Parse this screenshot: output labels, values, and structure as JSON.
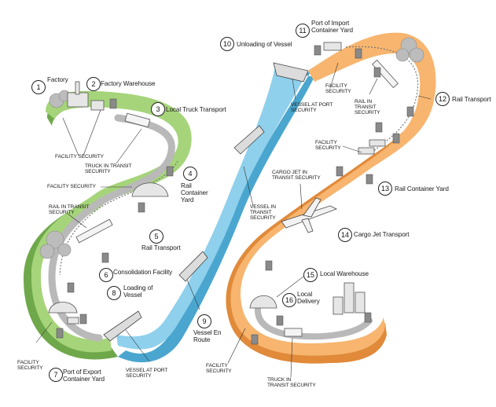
{
  "stops": [
    {
      "number": "1",
      "label": "Factory"
    },
    {
      "number": "2",
      "label": "Factory Warehouse"
    },
    {
      "number": "3",
      "label": "Local Truck Transport"
    },
    {
      "number": "4",
      "label": "Rail\nContainer\nYard"
    },
    {
      "number": "5",
      "label": "Rail Transport"
    },
    {
      "number": "6",
      "label": "Consolidation Facility"
    },
    {
      "number": "7",
      "label": "Port of Export\nContainer Yard"
    },
    {
      "number": "8",
      "label": "Loading of\nVessel"
    },
    {
      "number": "9",
      "label": "Vessel En\nRoute"
    },
    {
      "number": "10",
      "label": "Unloading of Vessel"
    },
    {
      "number": "11",
      "label": "Port of Import\nContainer Yard"
    },
    {
      "number": "12",
      "label": "Rail Transport"
    },
    {
      "number": "13",
      "label": "Rail Container Yard"
    },
    {
      "number": "14",
      "label": "Cargo Jet Transport"
    },
    {
      "number": "15",
      "label": "Local Warehouse"
    },
    {
      "number": "16",
      "label": "Local\nDelivery"
    }
  ],
  "security_notes": [
    "FACILITY SECURITY",
    "TRUCK IN TRANSIT\nSECURITY",
    "FACILITY SECURITY",
    "RAIL IN TRANSIT\nSECURITY",
    "FACILITY\nSECURITY",
    "VESSEL AT PORT\nSECURITY",
    "VESSEL IN\nTRANSIT\nSECURITY",
    "VESSEL AT PORT\nSECURITY",
    "FACILITY\nSECURITY",
    "RAIL IN\nTRANSIT\nSECURITY",
    "FACILITY\nSECURITY",
    "CARGO JET IN\nTRANSIT SECURITY",
    "FACILITY\nSECURITY",
    "TRUCK IN\nTRANSIT SECURITY"
  ],
  "colors": {
    "green_road": "#a6d47a",
    "green_road_side": "#6fa84a",
    "water": "#8fd0ec",
    "water_side": "#4aa6cf",
    "orange_road": "#f7b56f",
    "orange_road_side": "#e08a3a",
    "road_surface": "#b9b9b9",
    "fence": "#555555"
  }
}
